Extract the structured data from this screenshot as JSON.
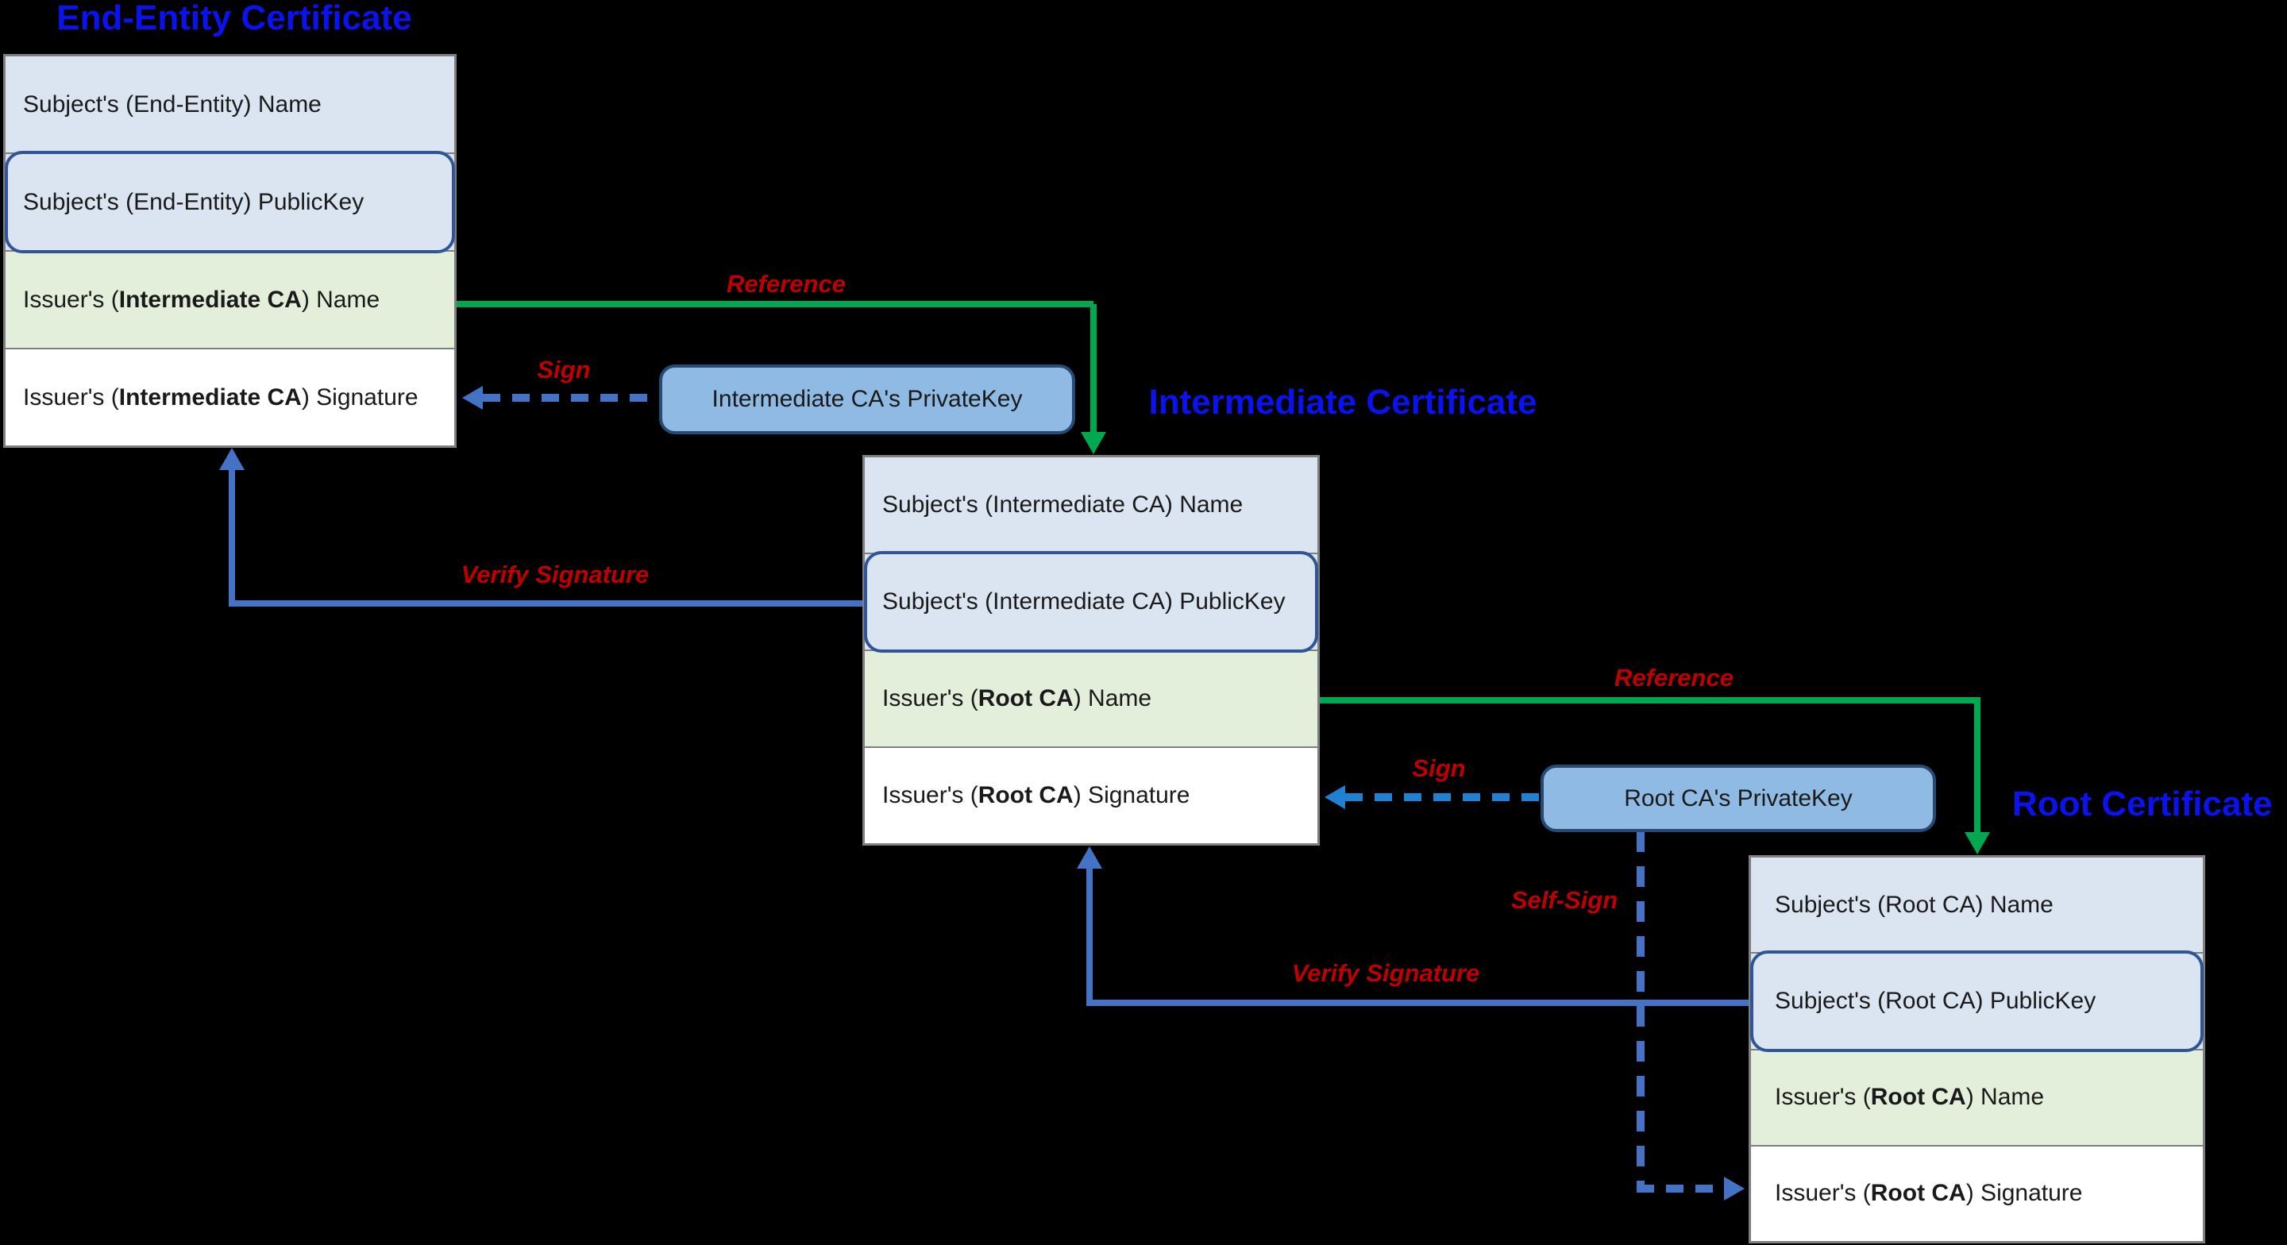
{
  "palette": {
    "bg": "#000000",
    "title_blue": "#0a12f0",
    "label_red": "#c00000",
    "green": "#00a84f",
    "blue": "#4472c4",
    "bright_blue": "#1e81d2",
    "row_blue": "#dbe5f2",
    "row_green": "#e3efda",
    "row_white": "#ffffff",
    "border_gray": "#7f7f7f",
    "pk_outline": "#2f5597",
    "key_fill": "#8fbae3",
    "key_border": "#264a73",
    "ink": "#1a1a1a"
  },
  "certificates": [
    {
      "title": "End-Entity Certificate",
      "rows": [
        {
          "pre": "Subject's (End-Entity) Name",
          "bold": "",
          "post": ""
        },
        {
          "pre": "Subject's (End-Entity) PublicKey",
          "bold": "",
          "post": ""
        },
        {
          "pre": "Issuer's (",
          "bold": "Intermediate CA",
          "post": ") Name"
        },
        {
          "pre": "Issuer's (",
          "bold": "Intermediate CA",
          "post": ") Signature"
        }
      ]
    },
    {
      "title": "Intermediate Certificate",
      "rows": [
        {
          "pre": "Subject's (Intermediate CA) Name",
          "bold": "",
          "post": ""
        },
        {
          "pre": "Subject's (Intermediate CA) PublicKey",
          "bold": "",
          "post": ""
        },
        {
          "pre": "Issuer's (",
          "bold": "Root CA",
          "post": ") Name"
        },
        {
          "pre": "Issuer's (",
          "bold": "Root CA",
          "post": ") Signature"
        }
      ]
    },
    {
      "title": "Root Certificate",
      "rows": [
        {
          "pre": "Subject's (Root CA) Name",
          "bold": "",
          "post": ""
        },
        {
          "pre": "Subject's (Root CA) PublicKey",
          "bold": "",
          "post": ""
        },
        {
          "pre": "Issuer's (",
          "bold": "Root CA",
          "post": ") Name"
        },
        {
          "pre": "Issuer's (",
          "bold": "Root CA",
          "post": ") Signature"
        }
      ]
    }
  ],
  "keys": [
    {
      "label": "Intermediate CA's PrivateKey"
    },
    {
      "label": "Root CA's PrivateKey"
    }
  ],
  "labels": {
    "reference1": "Reference",
    "sign1": "Sign",
    "verify1": "Verify Signature",
    "reference2": "Reference",
    "sign2": "Sign",
    "verify2": "Verify Signature",
    "self_sign": "Self-Sign"
  }
}
